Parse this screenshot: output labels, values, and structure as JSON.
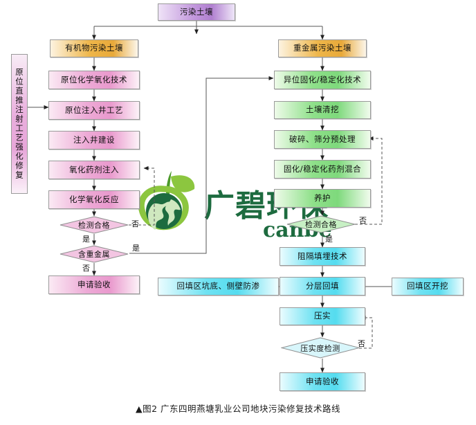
{
  "figure": {
    "caption": "▲图2 广东四明燕塘乳业公司地块污染修复技术路线",
    "watermark": {
      "text": "广碧环保",
      "subtext": "canbe",
      "logo_icon": "globe-leaf-logo-icon"
    },
    "colors": {
      "purple": "#b07fd0",
      "orange": "#eeb64a",
      "pink": "#e999cd",
      "green": "#7ed97c",
      "cyan": "#55dcef",
      "line": "#555555",
      "border": "#9a9a9a",
      "watermark_green": "#1d6b3f"
    }
  },
  "nodes": {
    "source": "污染土壤",
    "branch_organic": "有机物污染土壤",
    "branch_metal": "重金属污染土壤",
    "side_vertical": "原位直推注射工艺强化修复",
    "left": [
      "原位化学氧化技术",
      "原位注入井工艺",
      "注入井建设",
      "氧化药剂注入",
      "化学氧化反应"
    ],
    "left_decisions": [
      "检测合格",
      "含重金属"
    ],
    "left_end": "申请验收",
    "right": [
      "异位固化/稳定化技术",
      "土壤清挖",
      "破碎、筛分预处理",
      "固化/稳定化药剂混合",
      "养护"
    ],
    "right_decision_1": "检测合格",
    "right_after": [
      "阻隔填埋技术",
      "分层回填",
      "压实"
    ],
    "right_decision_2": "压实度检测",
    "right_end": "申请验收",
    "aux_liner": "回填区坑底、侧壁防渗",
    "aux_excavate": "回填区开挖"
  },
  "edge_labels": {
    "left_check_no": "否",
    "left_check_yes": "是",
    "left_metal_yes": "是",
    "left_metal_no": "否",
    "right_check_no": "否",
    "right_check_yes": "是",
    "right_compact_no": "否"
  }
}
